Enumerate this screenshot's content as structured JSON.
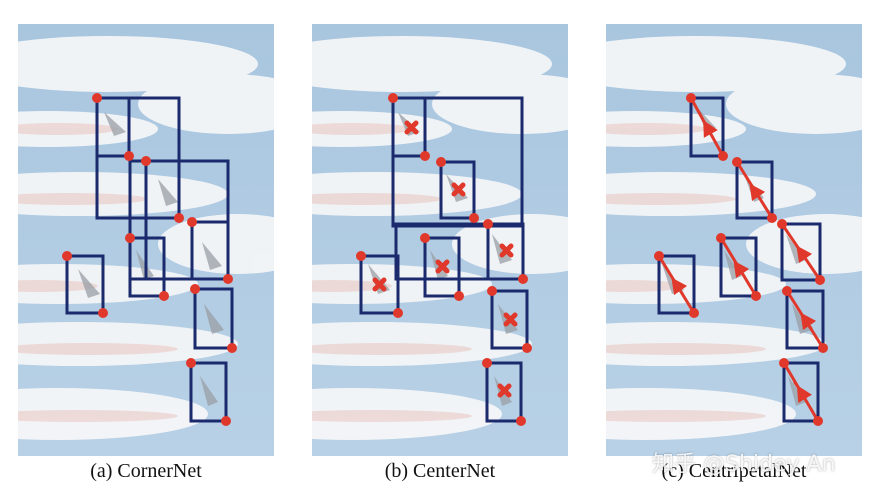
{
  "figure": {
    "captions": {
      "a": "(a) CornerNet",
      "b": "(b) CenterNet",
      "c": "(c) CentripetalNet"
    },
    "watermark": "知乎 @Shidey An",
    "colors": {
      "box": "#1a2a6c",
      "keypoint": "#e0382b",
      "sky": "#9ec0dc",
      "cloud": "#f3f5f7"
    },
    "legend_semantics": {
      "panel_a": "corner pairs (top-left / bottom-right) with grouped boxes",
      "panel_b": "corner pairs plus center keypoint (x-marker)",
      "panel_c": "corner pairs linked by centripetal shift arrows"
    }
  }
}
